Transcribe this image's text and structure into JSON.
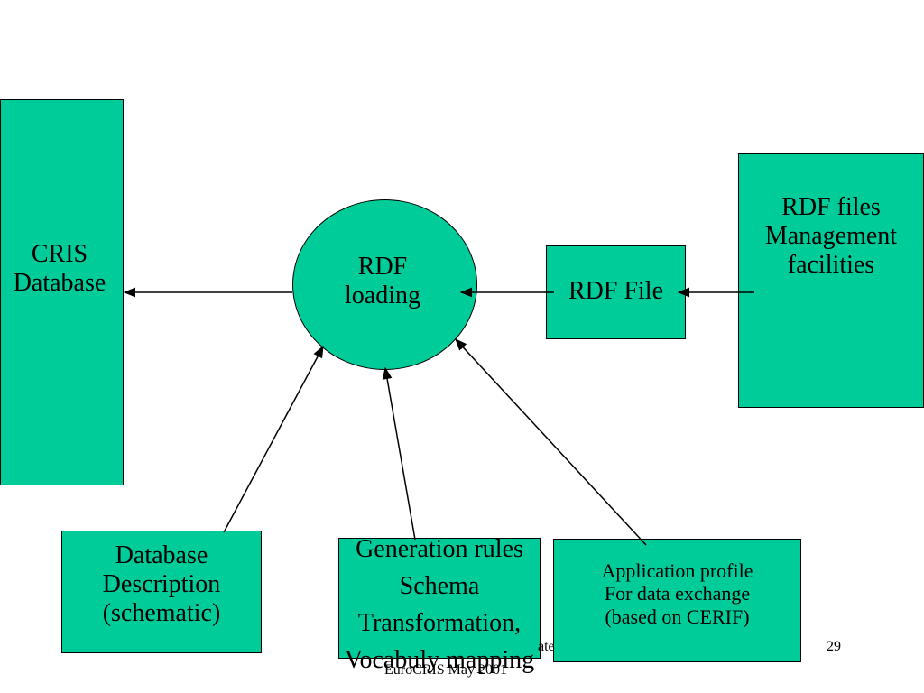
{
  "diagram": {
    "nodes": {
      "cris_database": {
        "lines": [
          "CRIS",
          "Database"
        ]
      },
      "rdf_loading": {
        "lines": [
          "RDF",
          "loading"
        ]
      },
      "rdf_file": {
        "lines": [
          "RDF File"
        ]
      },
      "rdf_files_management": {
        "lines": [
          "RDF files",
          "Management",
          "facilities"
        ]
      },
      "database_description": {
        "lines": [
          "Database",
          "Description",
          "(schematic)"
        ]
      },
      "generation_rules": {
        "lines": [
          "Generation rules",
          "Schema",
          "Transformation,",
          "Vocabuly mapping"
        ]
      },
      "application_profile": {
        "lines": [
          "Application profile",
          "For data exchange",
          "(based on CERIF)"
        ]
      }
    },
    "edges": [
      {
        "from": "rdf_loading",
        "to": "cris_database"
      },
      {
        "from": "rdf_file",
        "to": "rdf_loading"
      },
      {
        "from": "rdf_files_management",
        "to": "rdf_file"
      },
      {
        "from": "database_description",
        "to": "rdf_loading"
      },
      {
        "from": "generation_rules",
        "to": "rdf_loading"
      },
      {
        "from": "application_profile",
        "to": "rdf_loading"
      }
    ]
  },
  "footer": {
    "partial_text": "ate",
    "event": "EuroCRIS May 2001",
    "page_number": "29"
  },
  "colors": {
    "node_fill": "#00cc99",
    "stroke": "#000000",
    "background": "#ffffff"
  }
}
